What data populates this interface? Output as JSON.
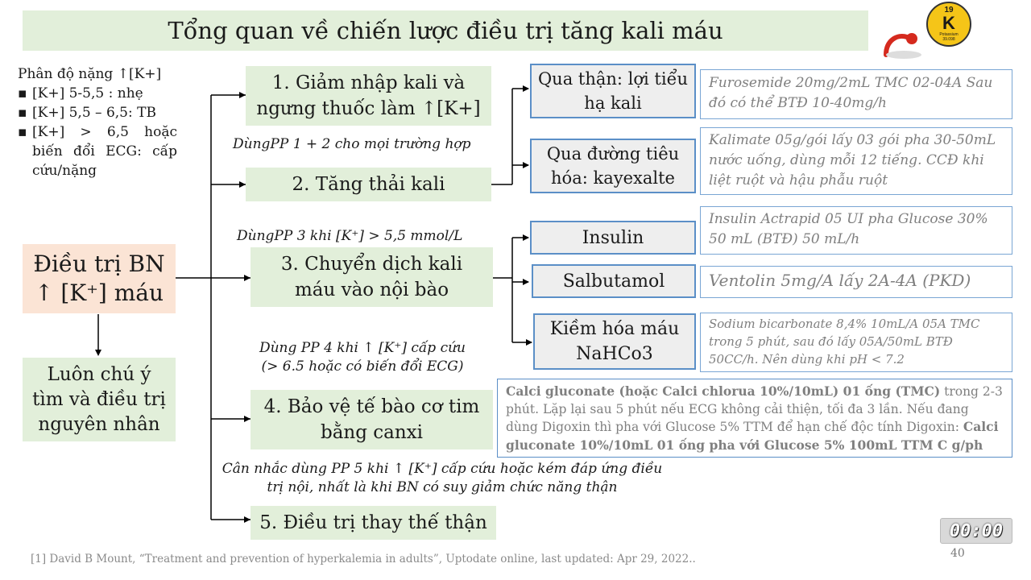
{
  "title": "Tổng quan về chiến lược điều trị tăng kali máu",
  "logo": {
    "number": "19",
    "letter": "K",
    "name": "Potassium",
    "mass": "39.098"
  },
  "severity": {
    "heading": "Phân độ nặng ↑[K+]",
    "items": [
      "[K+] 5-5,5 : nhẹ",
      "[K+] 5,5 – 6,5: TB",
      "[K+] > 6,5 hoặc biến đổi ECG: cấp cứu/nặng"
    ]
  },
  "root": {
    "line1": "Điều trị BN",
    "line2": "↑ [K⁺] máu"
  },
  "cause": "Luôn chú ý tìm và điều trị nguyên nhân",
  "steps": [
    "1. Giảm nhập kali và ngưng thuốc làm ↑[K+]",
    "2. Tăng thải kali",
    "3. Chuyển dịch kali máu vào nội bào",
    "4. Bảo vệ tế bào cơ tim bằng canxi",
    "5. Điều trị thay thế thận"
  ],
  "indications": {
    "pp12": "DùngPP  1 + 2 cho mọi trường hợp",
    "pp3": "DùngPP  3 khi [K⁺] > 5,5 mmol/L",
    "pp4_line1": "Dùng PP 4 khi ↑ [K⁺] cấp cứu",
    "pp4_line2": "(> 6.5 hoặc có biến đổi ECG)",
    "pp5_line1": "Cân nhắc dùng  PP 5 khi ↑ [K⁺] cấp cứu hoặc kém đáp ứng điều",
    "pp5_line2": "trị nội, nhất là khi BN có suy giảm chức năng thận"
  },
  "routes": [
    {
      "label": "Qua thận: lợi tiểu hạ kali",
      "note": "Furosemide 20mg/2mL TMC 02-04A Sau đó có thể BTĐ 10-40mg/h"
    },
    {
      "label": "Qua đường tiêu hóa: kayexalte",
      "note": "Kalimate 05g/gói lấy 03 gói pha 30-50mL nước uống, dùng mỗi 12 tiếng. CCĐ khi liệt ruột và hậu phẫu ruột"
    },
    {
      "label": "Insulin",
      "note": "Insulin Actrapid 05 UI pha Glucose 30% 50 mL (BTĐ) 50 mL/h"
    },
    {
      "label": "Salbutamol",
      "note": "Ventolin 5mg/A lấy 2A-4A (PKD)"
    },
    {
      "label": "Kiềm hóa máu NaHCo3",
      "note": "Sodium bicarbonate 8,4% 10mL/A 05A TMC trong 5 phút, sau đó lấy 05A/50mL BTĐ 50CC/h. Nên dùng khi pH < 7.2"
    }
  ],
  "calcium": {
    "bold1": "Calci gluconate (hoặc Calci chlorua 10%/10mL) 01 ống (TMC)",
    "text1": " trong 2-3 phút. Lặp lại sau 5 phút nếu ECG không cải thiện, tối đa 3 lần. Nếu đang dùng Digoxin thì pha với Glucose 5% TTM để hạn chế độc tính Digoxin: ",
    "bold2": "Calci gluconate 10%/10mL 01 ống pha với Glucose 5% 100mL TTM C g/ph"
  },
  "reference": "[1] David B Mount, “Treatment and prevention of hyperkalemia in adults”, Uptodate online, last updated: Apr 29, 2022..",
  "timer": "00:00",
  "page_number": "40",
  "colors": {
    "step_bg": "#e2efda",
    "root_bg": "#fbe4d5",
    "border_blue": "#5b8fc7",
    "note_gray": "#7f7f7f"
  }
}
